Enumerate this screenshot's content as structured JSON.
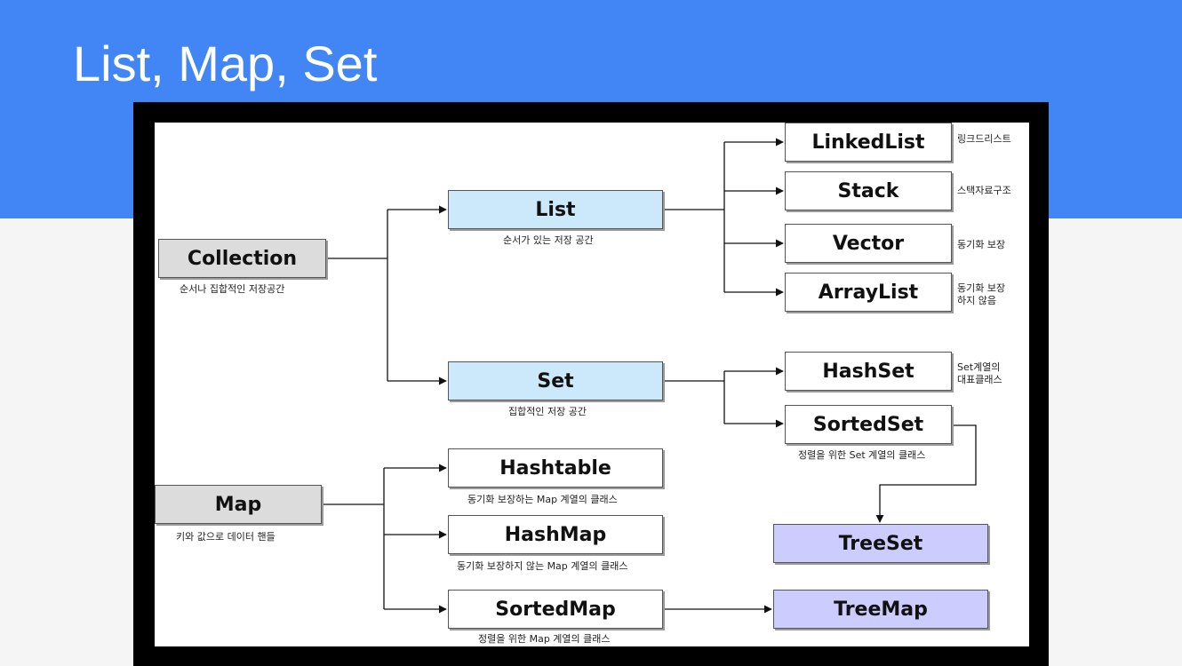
{
  "slide": {
    "title": "List, Map, Set"
  },
  "nodes": {
    "collection": {
      "label": "Collection",
      "caption": "순서나 집합적인 저장공간"
    },
    "list": {
      "label": "List",
      "caption": "순서가 있는 저장 공간"
    },
    "set": {
      "label": "Set",
      "caption": "집합적인 저장 공간"
    },
    "map": {
      "label": "Map",
      "caption": "키와 값으로 데이터 핸들"
    },
    "linkedlist": {
      "label": "LinkedList",
      "note": "링크드리스트"
    },
    "stack": {
      "label": "Stack",
      "note": "스택자료구조"
    },
    "vector": {
      "label": "Vector",
      "note": "동기화 보장"
    },
    "arraylist": {
      "label": "ArrayList",
      "note": [
        "동기화 보장",
        "하지 않음"
      ]
    },
    "hashset": {
      "label": "HashSet",
      "note": [
        "Set계열의",
        "대표클래스"
      ]
    },
    "sortedset": {
      "label": "SortedSet",
      "caption": "정렬을 위한 Set 계열의 클래스"
    },
    "treeset": {
      "label": "TreeSet"
    },
    "hashtable": {
      "label": "Hashtable",
      "caption": "동기화 보장하는 Map 계열의 클래스"
    },
    "hashmap": {
      "label": "HashMap",
      "caption": "동기화 보장하지 않는 Map 계열의 클래스"
    },
    "sortedmap": {
      "label": "SortedMap",
      "caption": "정렬을 위한 Map 계열의 클래스"
    },
    "treemap": {
      "label": "TreeMap"
    }
  },
  "colors": {
    "header": "#4285f4",
    "interface_gray": "#dcdcdc",
    "interface_blue": "#cce9fb",
    "implementation_purple": "#ccccff"
  }
}
